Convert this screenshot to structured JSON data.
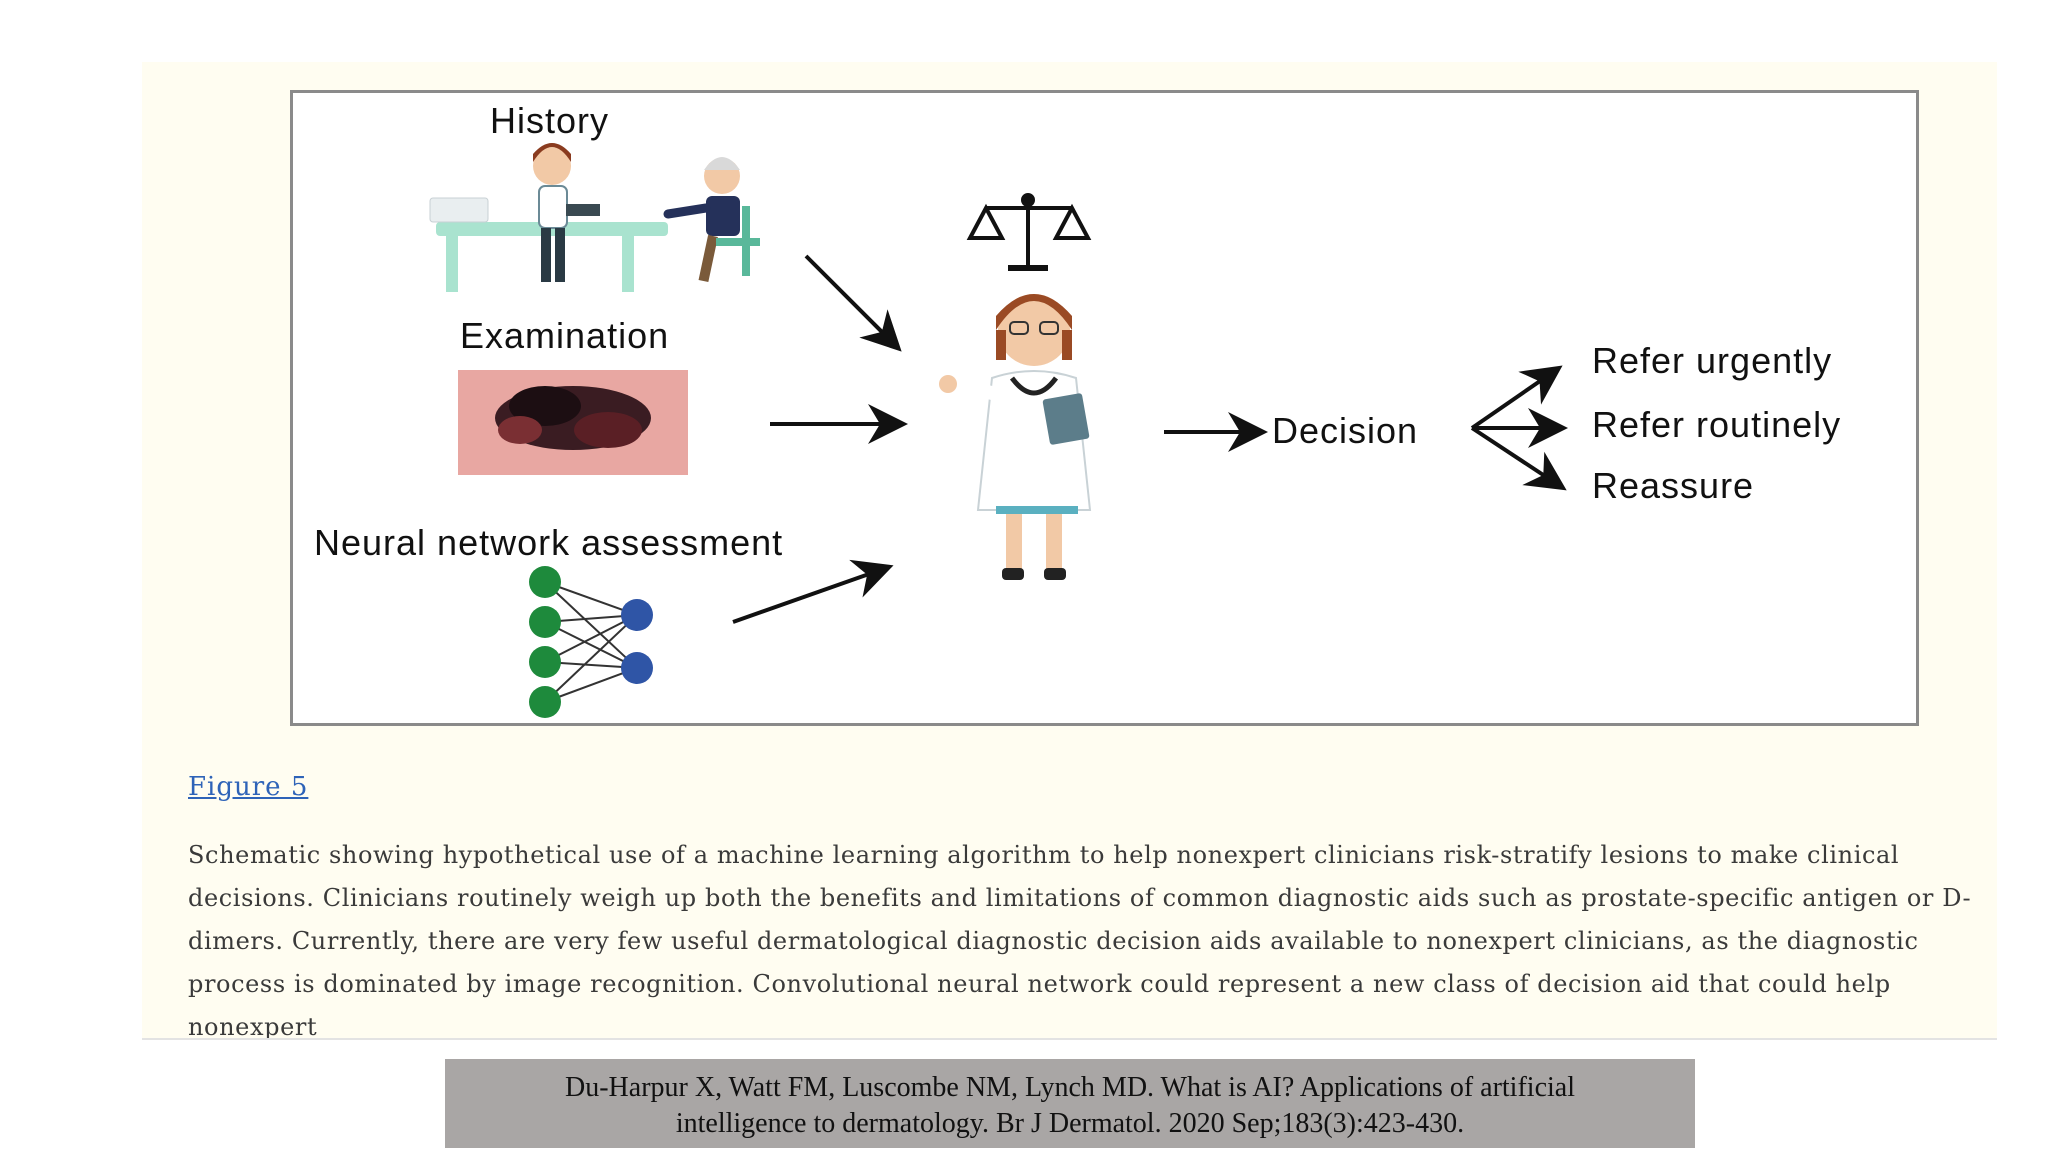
{
  "figure": {
    "inputs": {
      "history": "History",
      "examination": "Examination",
      "neural": "Neural network assessment"
    },
    "decision": "Decision",
    "outcomes": [
      "Refer urgently",
      "Refer routinely",
      "Reassure"
    ]
  },
  "caption": {
    "link": "Figure 5",
    "text": "Schematic showing hypothetical use of a machine learning algorithm to help nonexpert clinicians risk-stratify lesions to make clinical decisions. Clinicians routinely weigh up both the benefits and limitations of common diagnostic aids such as prostate-specific antigen or D-dimers. Currently, there are very few useful dermatological diagnostic decision aids available to nonexpert clinicians, as the diagnostic process is dominated by image recognition. Convolutional neural network could represent a new class of decision aid that could help nonexpert"
  },
  "citation": {
    "line1": "Du-Harpur X, Watt FM, Luscombe NM, Lynch MD. What is AI? Applications of artificial",
    "line2": "intelligence to dermatology. Br J Dermatol. 2020 Sep;183(3):423-430."
  },
  "colors": {
    "panel": "#fffdf1",
    "link": "#2e63b8",
    "citation_bg": "#a9a6a5",
    "node_green": "#1e8a3c",
    "node_blue": "#2f55a6"
  }
}
